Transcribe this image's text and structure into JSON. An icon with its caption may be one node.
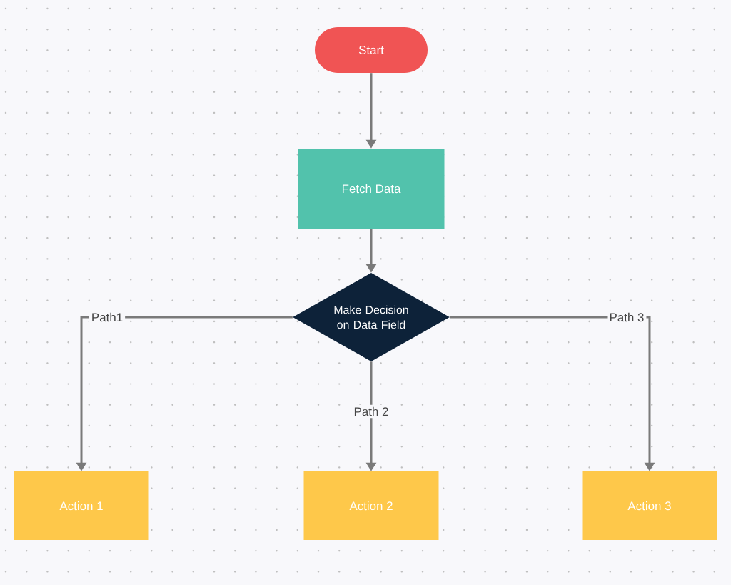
{
  "diagram": {
    "nodes": [
      {
        "text": [
          "Start"
        ]
      },
      {
        "text": [
          "Fetch Data"
        ]
      },
      {
        "text": [
          "Make Decision on Data Field"
        ]
      },
      {
        "text": [
          "Action 1"
        ]
      },
      {
        "text": [
          "Action 2"
        ]
      },
      {
        "text": [
          "Action 3"
        ]
      }
    ],
    "edges": [
      {
        "from": 0,
        "to": 1,
        "arrow": "to"
      },
      {
        "from": 1,
        "to": 2,
        "arrow": "to"
      },
      {
        "from": 2,
        "to": 3,
        "arrow": "to",
        "label": "Path1"
      },
      {
        "from": 2,
        "to": 4,
        "arrow": "to",
        "label": "Path 2"
      },
      {
        "from": 2,
        "to": 5,
        "arrow": "to",
        "label": "Path 3"
      }
    ]
  }
}
